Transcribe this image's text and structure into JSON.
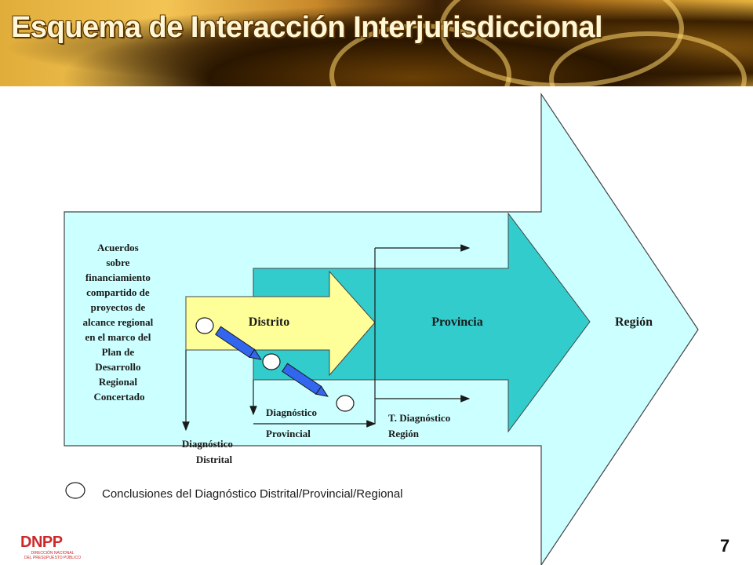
{
  "header": {
    "title": "Esquema de Interacción Interjurisdiccional"
  },
  "diagram": {
    "levels": {
      "district": "Distrito",
      "province": "Provincia",
      "region": "Región"
    },
    "agreement_lines": [
      "Acuerdos",
      "sobre",
      "financiamiento",
      "compartido de",
      "proyectos de",
      "alcance regional",
      "en el marco del",
      "Plan de",
      "Desarrollo",
      "Regional",
      "Concertado"
    ],
    "diag_district": [
      "Diagnóstico",
      "Distrital"
    ],
    "diag_provincial": [
      "Diagnóstico",
      "Provincial"
    ],
    "diag_region": [
      "T. Diagnóstico",
      "Región"
    ],
    "colors": {
      "outer_arrow": "#ccffff",
      "middle_arrow": "#33cccc",
      "inner_arrow": "#ffff99",
      "pencil": "#3366ee"
    }
  },
  "legend": {
    "text": "Conclusiones del Diagnóstico Distrital/Provincial/Regional"
  },
  "footer": {
    "logo": "DNPP",
    "logo_sub": [
      "DIRECCIÓN NACIONAL",
      "DEL PRESUPUESTO PÚBLICO"
    ],
    "page_number": "7"
  }
}
